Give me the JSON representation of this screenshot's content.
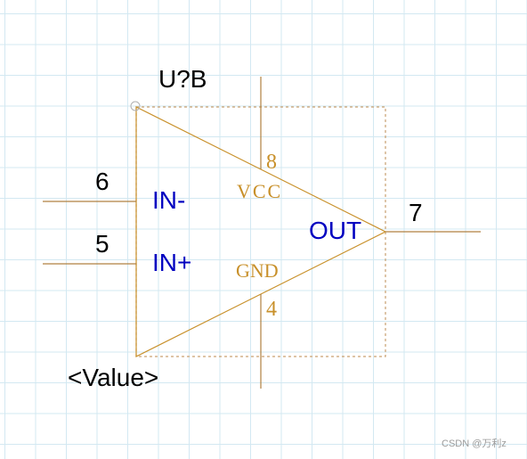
{
  "component": {
    "reference": "U?B",
    "value": "<Value>"
  },
  "pins": {
    "in_minus": {
      "number": "6",
      "name": "IN-"
    },
    "in_plus": {
      "number": "5",
      "name": "IN+"
    },
    "out": {
      "number": "7",
      "name": "OUT"
    },
    "vcc": {
      "number": "8",
      "name": "VCC"
    },
    "gnd": {
      "number": "4",
      "name": "GND"
    }
  },
  "watermark": "CSDN @万利z",
  "colors": {
    "pin_name": "#0000c0",
    "body": "#c8902a",
    "grid": "#d3e8f2",
    "wire": "#b08040"
  }
}
